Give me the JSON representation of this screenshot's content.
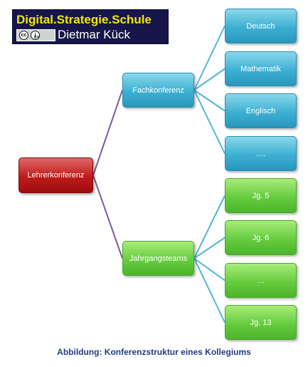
{
  "banner": {
    "title": "Digital.Strategie.Schule",
    "author": "Dietmar Kück",
    "license": {
      "cc": "cc",
      "by_symbol": "i",
      "by": "BY"
    }
  },
  "diagram": {
    "root": {
      "label": "Lehrerkonferenz"
    },
    "branches": [
      {
        "label": "Fachkonferenz",
        "style": "blue",
        "children": [
          "Deutsch",
          "Mathematik",
          "Englisch",
          "…."
        ]
      },
      {
        "label": "Jahrgangsteams",
        "style": "green",
        "children": [
          "Jg. 5",
          "Jg. 6",
          "…",
          "Jg. 13"
        ]
      }
    ]
  },
  "colors": {
    "root": "#c01a1a",
    "fachkonferenz": "#3cb0d2",
    "jahrgangsteams": "#66cc3e",
    "root_link": "#7a5c9e",
    "branch_link": "#4fb8d4",
    "caption": "#1f3d82",
    "banner_bg": "#16164a",
    "banner_title": "#f2e800"
  },
  "caption": "Abbildung: Konferenzstruktur eines Kollegiums"
}
